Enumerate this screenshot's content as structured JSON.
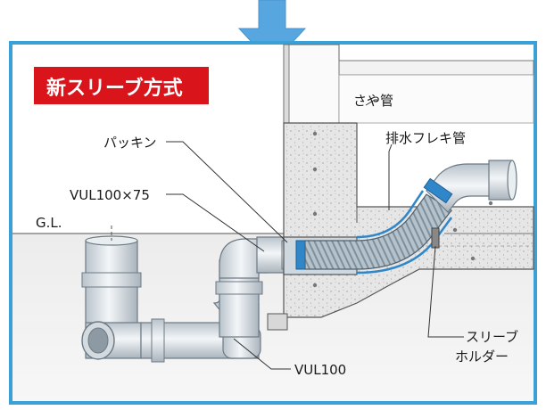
{
  "title": "新スリーブ方式",
  "labels": {
    "gl": "G.L.",
    "packing": "パッキン",
    "vul100x75": "VUL100×75",
    "vul100": "VUL100",
    "sheath_pipe": "さや管",
    "flexible_drain": "排水フレキ管",
    "sleeve_holder_line1": "スリーブ",
    "sleeve_holder_line2": "ホルダー"
  },
  "colors": {
    "frame": "#3aa0d8",
    "arrow": "#58a6e0",
    "title_bg": "#d9141b",
    "concrete": "#e4e4e4",
    "pipe": "#dfe5ea",
    "flex": "#a6b6c2",
    "seal": "#2f86c9"
  }
}
